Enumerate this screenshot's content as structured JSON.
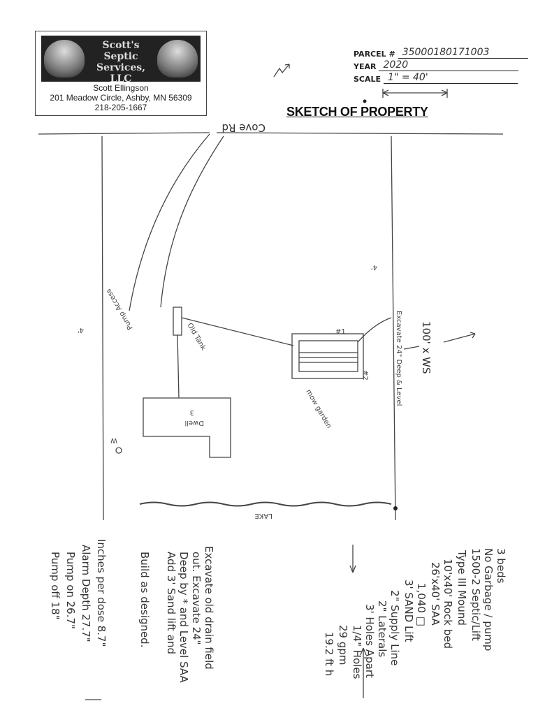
{
  "company": {
    "logo_text": [
      "Scott's",
      "Septic",
      "Services, LLC"
    ],
    "owner": "Scott Ellingson",
    "address": "201 Meadow Circle, Ashby, MN 56309",
    "phone": "218-205-1667"
  },
  "form": {
    "parcel_label": "PARCEL #",
    "parcel_value": "35000180171003",
    "year_label": "YEAR",
    "year_value": "2020",
    "scale_label": "SCALE",
    "scale_value": "1\" = 40'",
    "title": "SKETCH OF PROPERTY"
  },
  "sketch": {
    "road": "Cove Rd",
    "lake": "LAKE",
    "dwelling": "Dwell",
    "dwelling_num": "3",
    "pump_access": "Pump Access",
    "old_tank": "Old Tank",
    "mow_garden": "mow garden",
    "well": "W",
    "ws": "100' x WS",
    "excavate": "Excavate 24\" Deep & Level",
    "mound_label1": "#1",
    "mound_label2": "#2",
    "ft_label_left": "4'",
    "ft_label_right": "4'"
  },
  "system_notes": [
    "3 beds",
    "No Garbage / pump",
    "1500-2 Septic/Lift",
    "Type III Mound",
    "10'x40' Rock bed",
    "26'x40' SAA",
    "1,040 □",
    "3' SAND Lift",
    "2\" Supply Line",
    "2\" Laterals",
    "3' Holes Apart",
    "1/4\" Holes",
    "29 gpm",
    "19.2 ft h"
  ],
  "instructions": [
    "Excavate old drain field",
    "out. Excavate 24\"",
    "Deep by * and Level SAA",
    "Add 3' Sand lift and",
    "Build as designed."
  ],
  "pump_settings": [
    "Inches per dose 8.7\"",
    "Alarm Depth 27.7\"",
    "Pump on 26.7\"",
    "Pump off 18\""
  ]
}
